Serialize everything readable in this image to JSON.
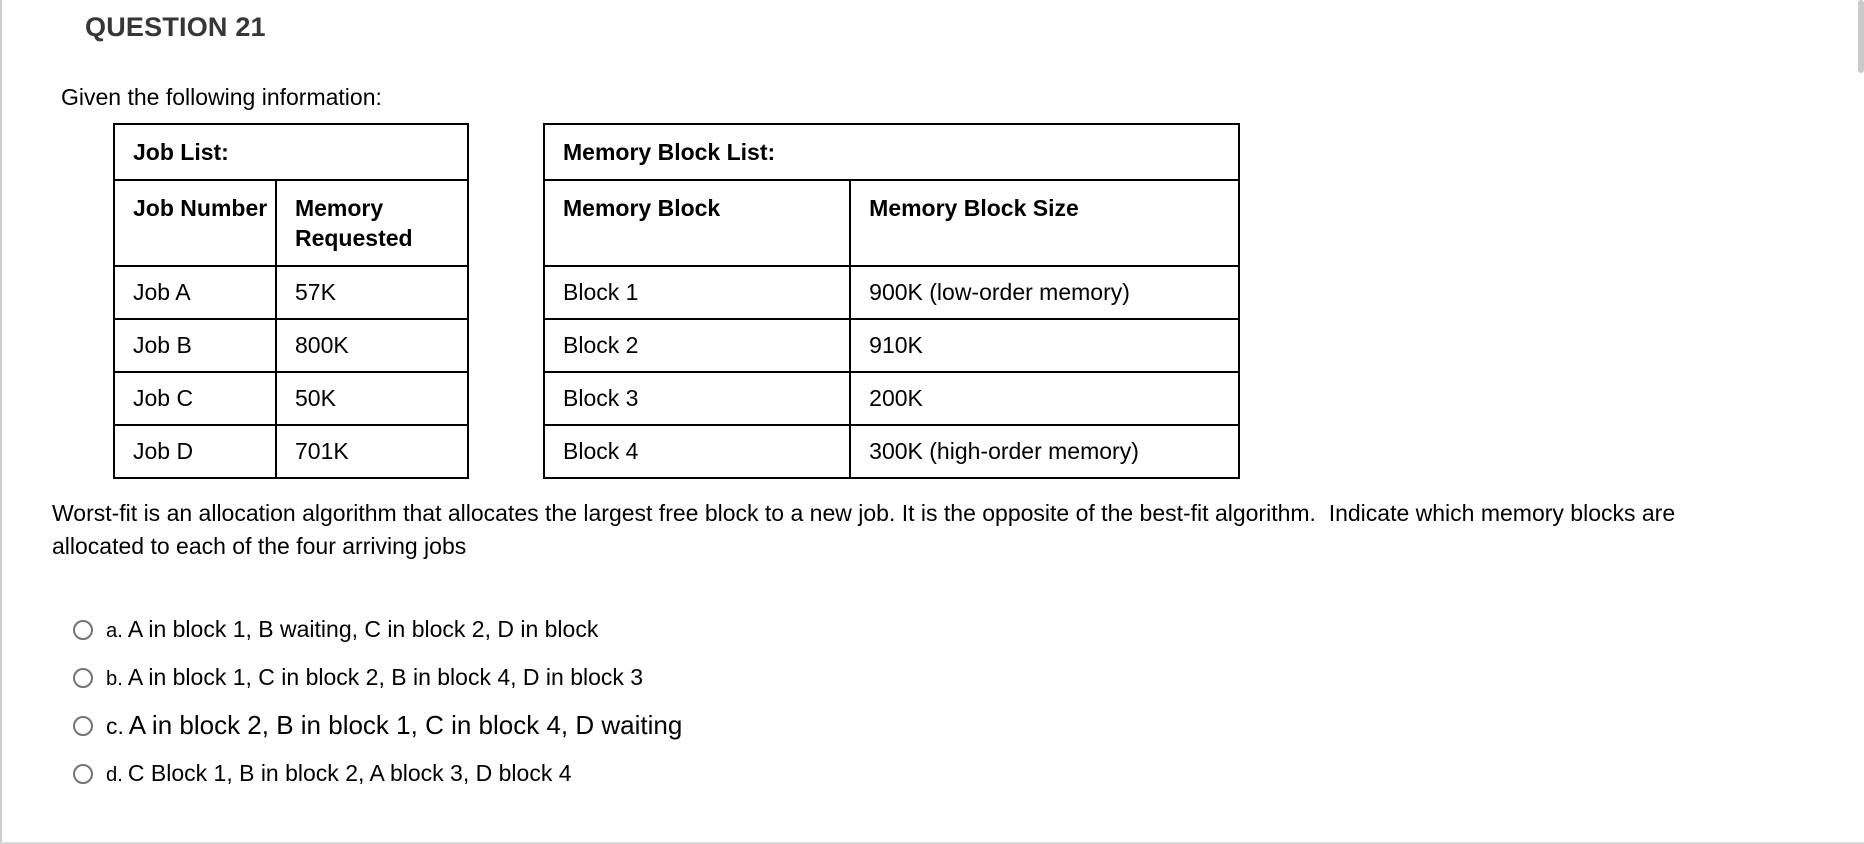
{
  "question": {
    "header": "QUESTION 21",
    "intro": "Given the following information:",
    "prompt": "Worst-fit is an allocation algorithm that allocates the largest free block to a new job. It is the opposite of the best-fit algorithm.  Indicate which memory blocks are allocated to each of the four arriving jobs"
  },
  "job_table": {
    "title": "Job List:",
    "headers": [
      "Job Number",
      "Memory Requested"
    ],
    "rows": [
      [
        "Job A",
        "57K"
      ],
      [
        "Job B",
        "800K"
      ],
      [
        "Job C",
        "50K"
      ],
      [
        "Job D",
        "701K"
      ]
    ]
  },
  "memory_table": {
    "title": "Memory Block List:",
    "headers": [
      "Memory Block",
      "Memory Block Size"
    ],
    "rows": [
      [
        "Block 1",
        "900K (low-order memory)"
      ],
      [
        "Block 2",
        "910K"
      ],
      [
        "Block 3",
        "200K"
      ],
      [
        "Block 4",
        "300K (high-order memory)"
      ]
    ]
  },
  "options": [
    {
      "letter": "a.",
      "text": "A in block 1, B waiting, C in block 2, D in block"
    },
    {
      "letter": "b.",
      "text": "A in block 1, C in block 2, B in block 4, D in block 3"
    },
    {
      "letter": "c.",
      "text": "A in block 2, B in block 1, C in block 4, D waiting"
    },
    {
      "letter": "d.",
      "text": "C Block 1, B in block 2, A block 3, D block 4"
    }
  ]
}
